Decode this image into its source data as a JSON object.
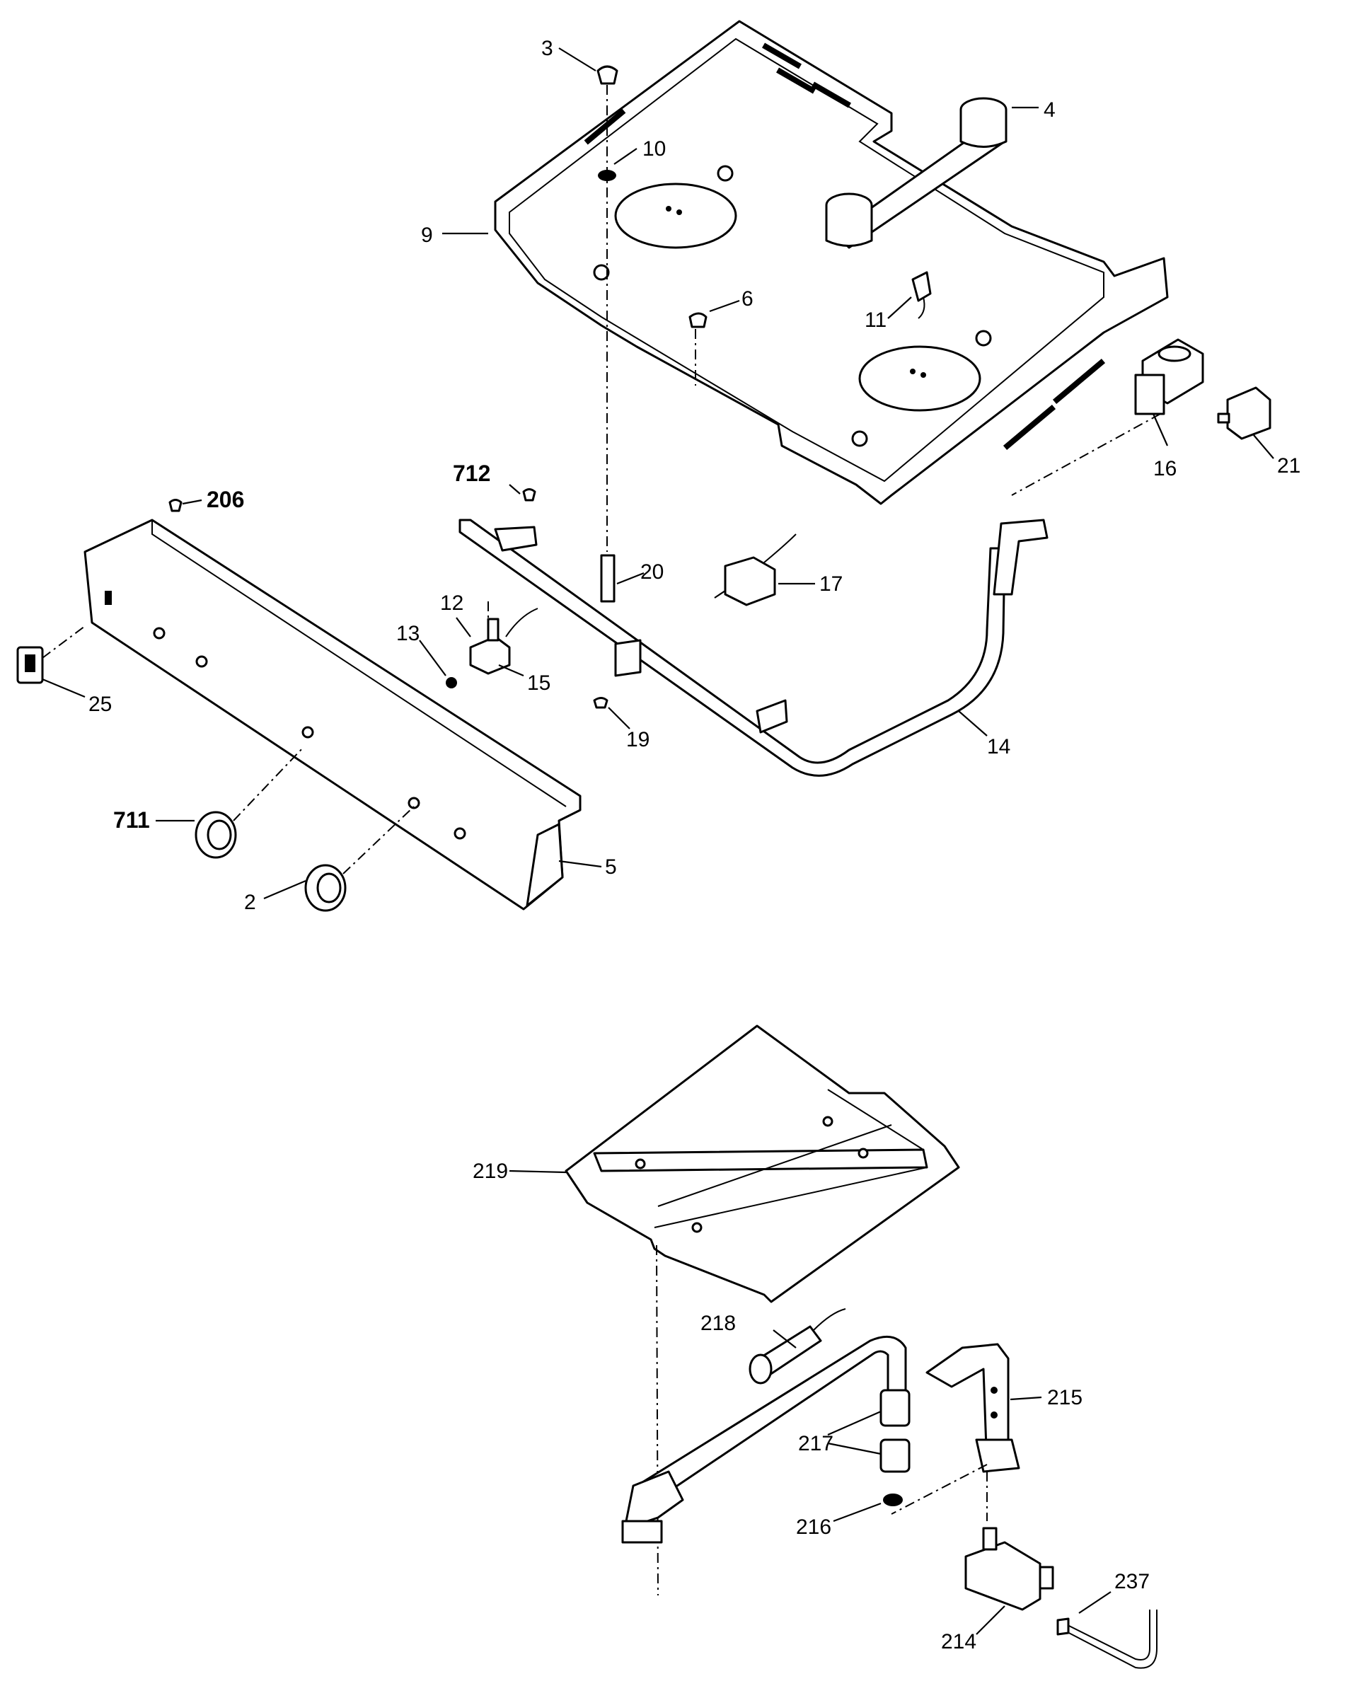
{
  "diagram": {
    "top_assembly_labels": {
      "p3": "3",
      "p4": "4",
      "p10": "10",
      "p9": "9",
      "p6": "6",
      "p11": "11",
      "p16": "16",
      "p21": "21",
      "p712": "712",
      "p206": "206",
      "p20": "20",
      "p17": "17",
      "p12": "12",
      "p13": "13",
      "p15": "15",
      "p25": "25",
      "p19": "19",
      "p14": "14",
      "p711": "711",
      "p5": "5",
      "p2": "2"
    },
    "bottom_assembly_labels": {
      "p219": "219",
      "p218": "218",
      "p215": "215",
      "p217": "217",
      "p216": "216",
      "p214": "214",
      "p237": "237"
    }
  }
}
